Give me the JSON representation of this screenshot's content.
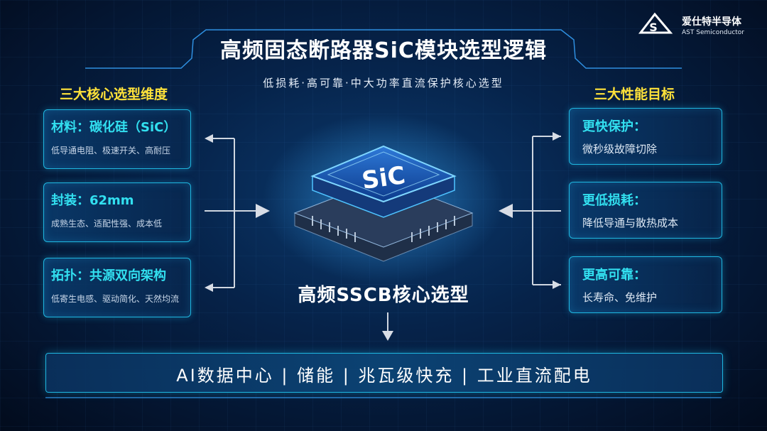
{
  "brand": {
    "name_cn": "爱仕特半导体",
    "name_en": "AST Semiconductor"
  },
  "title": "高频固态断路器SiC模块选型逻辑",
  "subtitle": "低损耗·高可靠·中大功率直流保护核心选型",
  "left_section": {
    "title": "三大核心选型维度",
    "items": [
      {
        "head": "材料：碳化硅（SiC）",
        "desc": "低导通电阻、极速开关、高耐压"
      },
      {
        "head": "封装：62mm",
        "desc": "成熟生态、适配性强、成本低"
      },
      {
        "head": "拓扑：共源双向架构",
        "desc": "低寄生电感、驱动简化、天然均流"
      }
    ]
  },
  "right_section": {
    "title": "三大性能目标",
    "items": [
      {
        "head": "更快保护：",
        "desc": "微秒级故障切除"
      },
      {
        "head": "更低损耗：",
        "desc": "降低导通与散热成本"
      },
      {
        "head": "更高可靠：",
        "desc": "长寿命、免维护"
      }
    ]
  },
  "chip_label": "SiC",
  "center_label": "高频SSCB核心选型",
  "applications": "AI数据中心 | 储能 | 兆瓦级快充 | 工业直流配电"
}
